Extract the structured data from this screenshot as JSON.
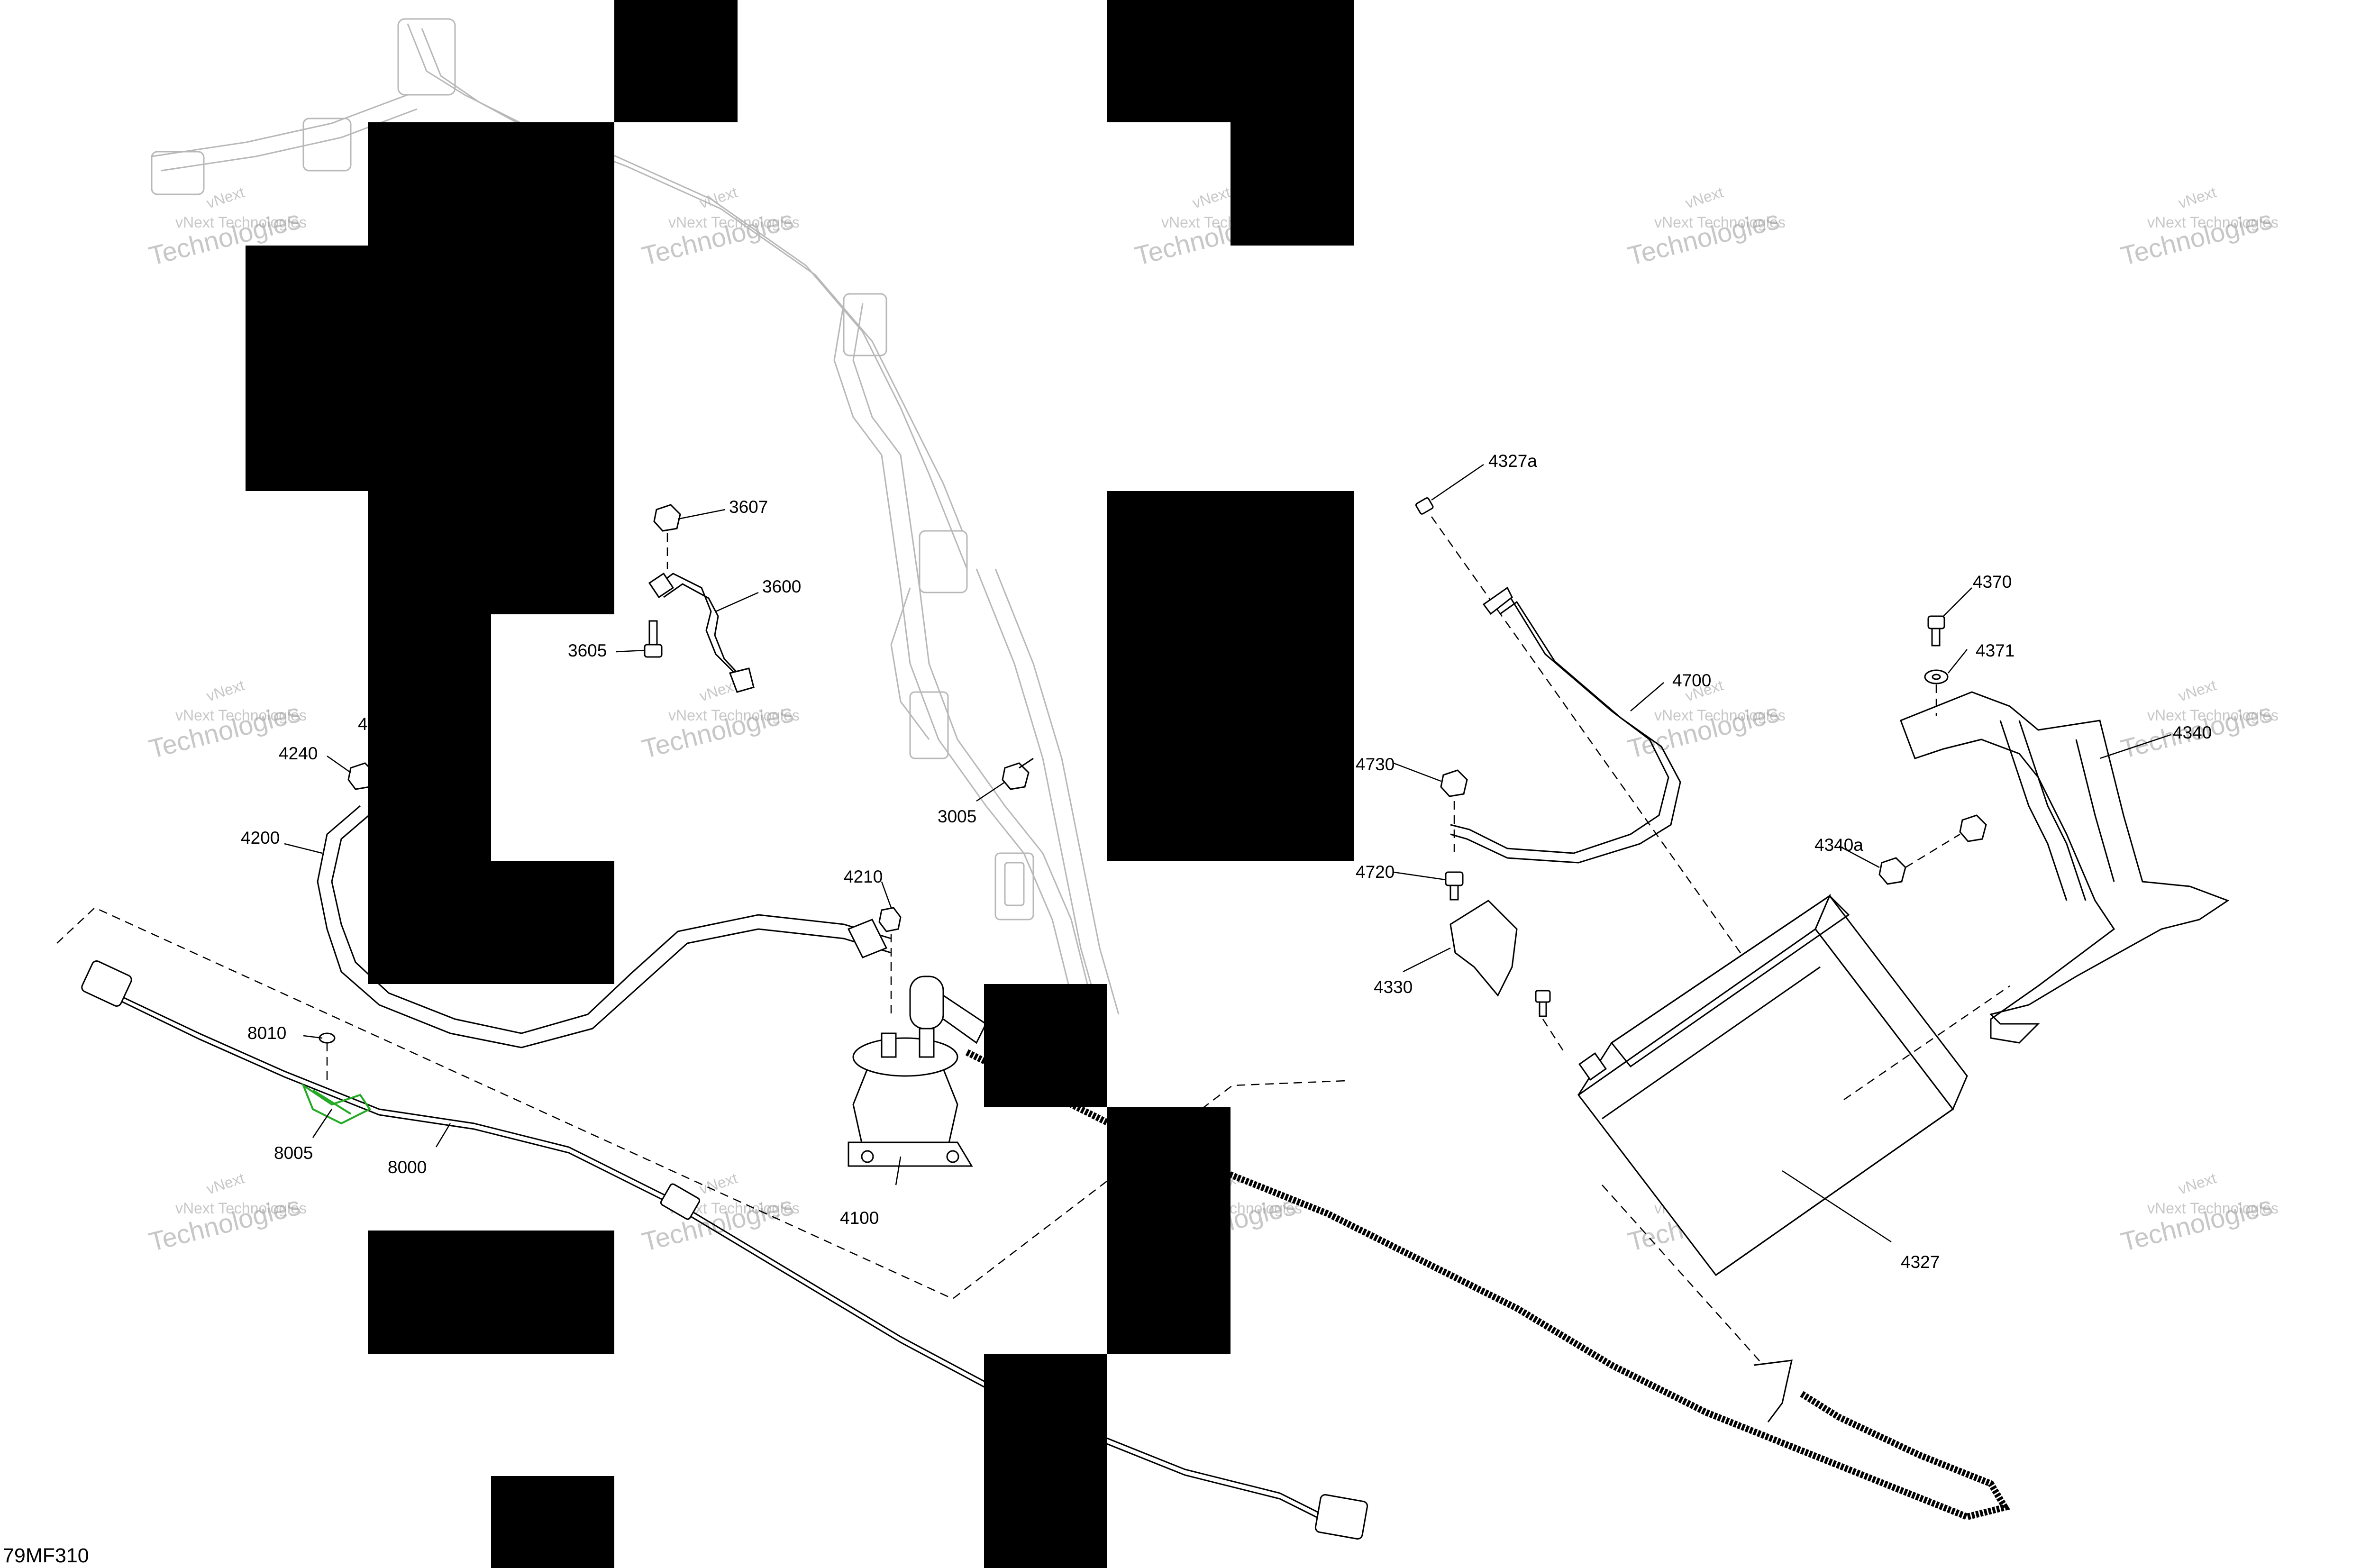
{
  "drawing_id": "79MF310",
  "watermark": {
    "top_line": "vNext Technologies",
    "bottom_line": "Technologies",
    "small_line": "vNext"
  },
  "callouts": {
    "c3607": "3607",
    "c3600": "3600",
    "c3605": "3605",
    "c3005": "3005",
    "c4240": "4240",
    "c4200": "4200",
    "c4210": "4210",
    "c4100": "4100",
    "c8010": "8010",
    "c8005": "8005",
    "c8000": "8000",
    "c4327a": "4327a",
    "c4700": "4700",
    "c4730": "4730",
    "c4720": "4720",
    "c4330": "4330",
    "c4327": "4327",
    "c4370": "4370",
    "c4371": "4371",
    "c4340": "4340",
    "c4340a": "4340a",
    "c4partial": "4"
  },
  "colors": {
    "line": "#000000",
    "ghost": "#b8b8b8",
    "highlight": "#22aa22",
    "redaction": "#000000",
    "watermark": "#9a9a9a"
  }
}
